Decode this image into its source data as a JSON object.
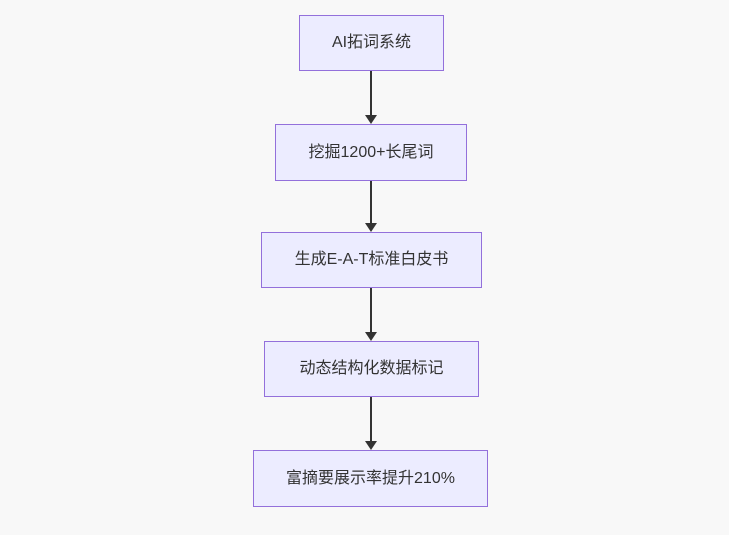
{
  "diagram": {
    "type": "flowchart",
    "direction": "top-down",
    "colors": {
      "background": "#f8f8f8",
      "node_fill": "#ECECFF",
      "node_border": "#9370DB",
      "arrow": "#333333",
      "text": "#333333"
    },
    "nodes": [
      {
        "id": "A",
        "label": "AI拓词系统"
      },
      {
        "id": "B",
        "label": "挖掘1200+长尾词"
      },
      {
        "id": "C",
        "label": "生成E-A-T标准白皮书"
      },
      {
        "id": "D",
        "label": "动态结构化数据标记"
      },
      {
        "id": "E",
        "label": "富摘要展示率提升210%"
      }
    ],
    "edges": [
      {
        "from": "A",
        "to": "B"
      },
      {
        "from": "B",
        "to": "C"
      },
      {
        "from": "C",
        "to": "D"
      },
      {
        "from": "D",
        "to": "E"
      }
    ]
  }
}
